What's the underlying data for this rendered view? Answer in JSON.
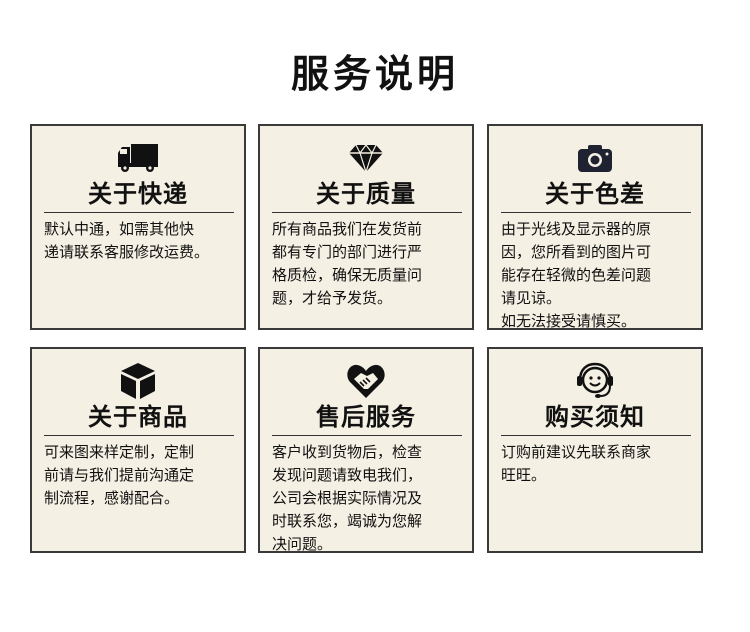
{
  "page": {
    "title": "服务说明"
  },
  "cards": [
    {
      "icon": "delivery-truck-icon",
      "title": "关于快递",
      "body": "默认中通，如需其他快\n递请联系客服修改运费。"
    },
    {
      "icon": "diamond-icon",
      "title": "关于质量",
      "body": "所有商品我们在发货前\n都有专门的部门进行严\n格质检，确保无质量问\n题，才给予发货。"
    },
    {
      "icon": "camera-icon",
      "title": "关于色差",
      "body": "由于光线及显示器的原\n因，您所看到的图片可\n能存在轻微的色差问题\n请见谅。\n如无法接受请慎买。"
    },
    {
      "icon": "box-icon",
      "title": "关于商品",
      "body": "可来图来样定制，定制\n前请与我们提前沟通定\n制流程，感谢配合。"
    },
    {
      "icon": "handshake-heart-icon",
      "title": "售后服务",
      "body": "客户收到货物后，检查\n发现问题请致电我们，\n公司会根据实际情况及\n时联系您，竭诚为您解\n决问题。"
    },
    {
      "icon": "headset-smiley-icon",
      "title": "购买须知",
      "body": "订购前建议先联系商家\n旺旺。"
    }
  ]
}
